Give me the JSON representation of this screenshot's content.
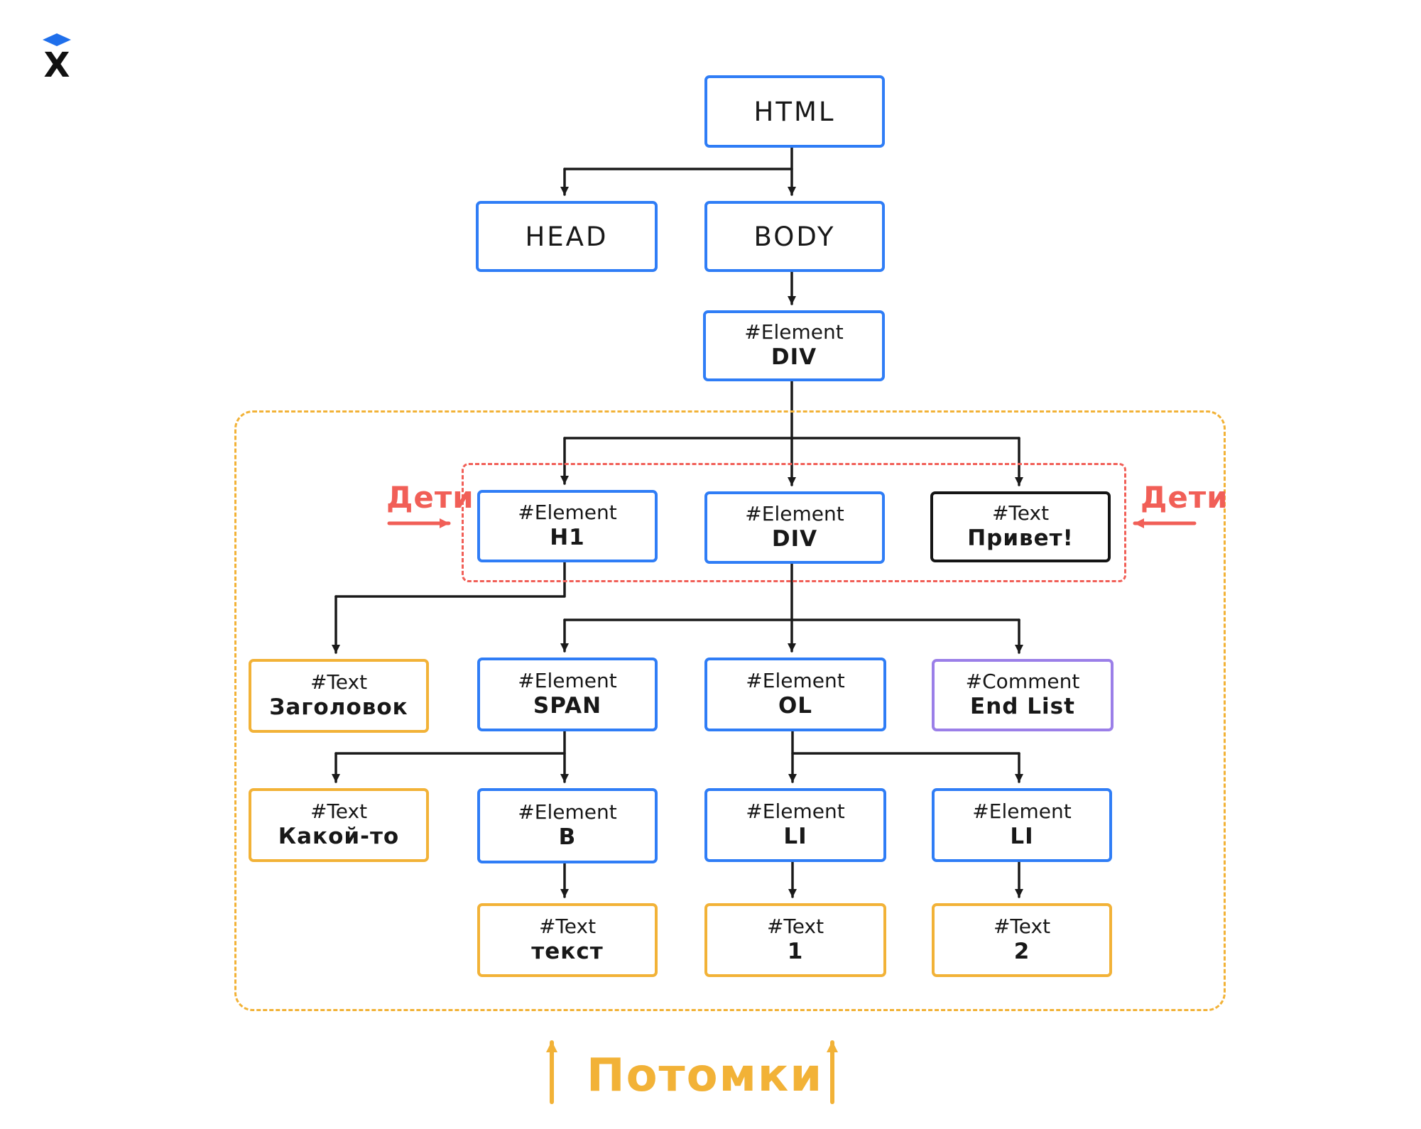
{
  "logo": {
    "letter": "X"
  },
  "labels": {
    "children_left": "Дети",
    "children_right": "Дети",
    "descendants": "Потомки"
  },
  "colors": {
    "node-blue": "#2f7df6",
    "node-gold": "#f2b237",
    "node-purple": "#9b7fe8",
    "node-black": "#151515",
    "accent-red": "#f15f57",
    "arrow-black": "#1a1a1a",
    "logo-blue": "#1f6feb"
  },
  "nodes": {
    "html": {
      "label": "HTML"
    },
    "head": {
      "label": "HEAD"
    },
    "body": {
      "label": "BODY"
    },
    "div1": {
      "line1": "#Element",
      "line2": "DIV"
    },
    "h1": {
      "line1": "#Element",
      "line2": "H1"
    },
    "div2": {
      "line1": "#Element",
      "line2": "DIV"
    },
    "privet": {
      "line1": "#Text",
      "line2": "Привет!"
    },
    "zagolovok": {
      "line1": "#Text",
      "line2": "Заголовок"
    },
    "span": {
      "line1": "#Element",
      "line2": "SPAN"
    },
    "ol": {
      "line1": "#Element",
      "line2": "OL"
    },
    "endlist": {
      "line1": "#Comment",
      "line2": "End List"
    },
    "kakoyto": {
      "line1": "#Text",
      "line2": "Какой-то"
    },
    "b": {
      "line1": "#Element",
      "line2": "B"
    },
    "li1": {
      "line1": "#Element",
      "line2": "LI"
    },
    "li2": {
      "line1": "#Element",
      "line2": "LI"
    },
    "tekst": {
      "line1": "#Text",
      "line2": "текст"
    },
    "t1": {
      "line1": "#Text",
      "line2": "1"
    },
    "t2": {
      "line1": "#Text",
      "line2": "2"
    }
  }
}
